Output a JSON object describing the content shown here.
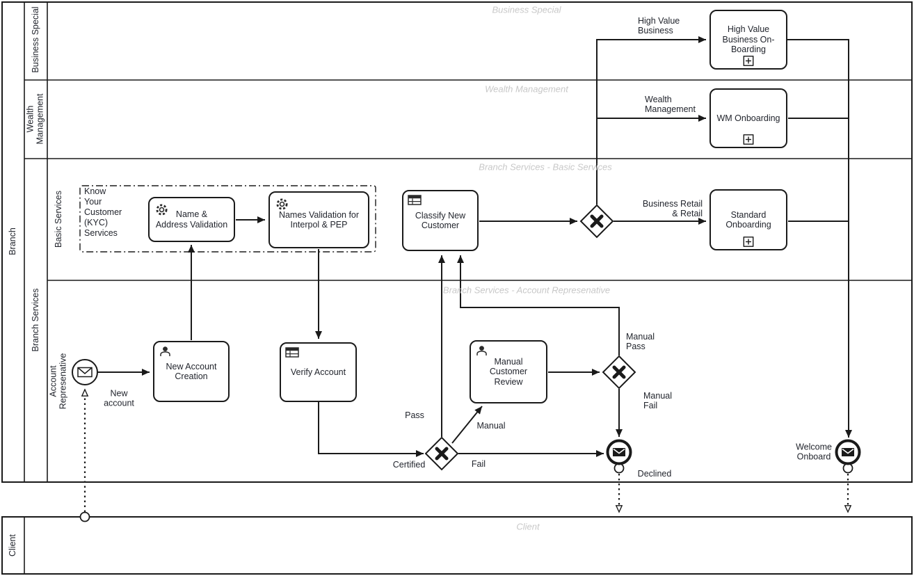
{
  "colors": {
    "stroke": "#1a1a1a",
    "label": "#22252d",
    "lane_header": "#c8c8c8",
    "icon": "#2b2b2b"
  },
  "pools": {
    "branch": "Branch",
    "client": "Client"
  },
  "lanes": {
    "business_special": "Business Special",
    "wealth_management": "Wealth\nManagement",
    "branch_services": "Branch Services",
    "basic_services": "Basic Services",
    "account_representative": "Account\nRepresenative"
  },
  "lane_headers": {
    "business_special": "Business Special",
    "wealth_management": "Wealth Management",
    "basic_services": "Branch Services - Basic Services",
    "account_representative": "Branch Services - Account Represenative",
    "client": "Client"
  },
  "group_label": "Know\nYour\nCustomer\n(KYC)\nServices",
  "tasks": {
    "high_value_onboarding": "High Value\nBusiness On-\nBoarding",
    "wm_onboarding": "WM Onboarding",
    "standard_onboarding": "Standard\nOnboarding",
    "name_address_validation": "Name &\nAddress Validation",
    "names_validation": "Names Validation for\nInterpol & PEP",
    "classify_new_customer": "Classify New\nCustomer",
    "new_account_creation": "New Account\nCreation",
    "verify_account": "Verify Account",
    "manual_customer_review": "Manual\nCustomer\nReview"
  },
  "event_labels": {
    "new_account": "New\naccount",
    "declined": "Declined",
    "welcome_onboard": "Welcome\nOnboard"
  },
  "flow_labels": {
    "high_value_business": "High Value\nBusiness",
    "wealth_management": "Wealth\nManagement",
    "business_retail": "Business Retail\n& Retail",
    "pass": "Pass",
    "certified": "Certified",
    "manual": "Manual",
    "fail": "Fail",
    "manual_pass": "Manual\nPass",
    "manual_fail": "Manual\nFail"
  },
  "icons": {
    "service_task": "gear-icon",
    "user_task": "person-icon",
    "business_rule_task": "table-icon",
    "message_event": "envelope-icon",
    "subprocess_marker": "plus-marker",
    "exclusive_gateway_marker": "X"
  }
}
